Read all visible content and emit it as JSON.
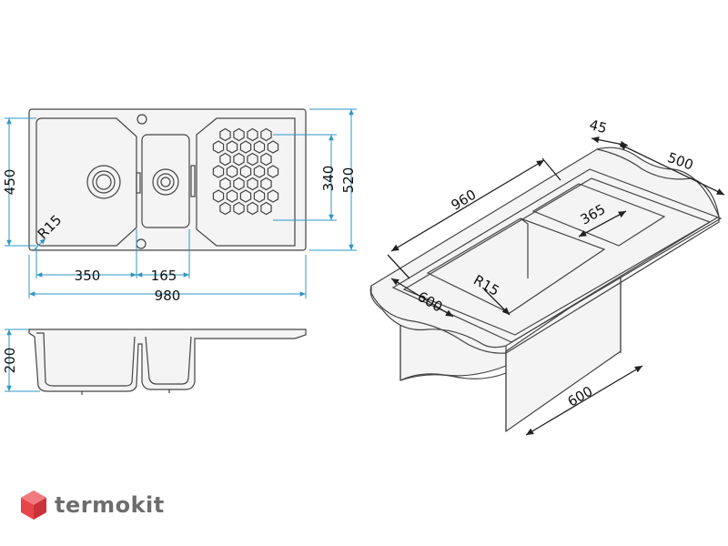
{
  "top_view": {
    "dims": {
      "w_total": "980",
      "w_bowl": "350",
      "w_small": "165",
      "h_bowl": "450",
      "h_total": "520",
      "h_drain": "340",
      "radius": "R15"
    }
  },
  "side_view": {
    "dims": {
      "depth": "200"
    }
  },
  "iso_view": {
    "dims": {
      "length": "960",
      "rim": "45",
      "depth": "500",
      "drainer": "365",
      "radius": "R15",
      "cabinet_top": "600",
      "cabinet_base": "600"
    }
  },
  "brand": {
    "name": "termokit"
  },
  "colors": {
    "dimension_line": "#2f96c4",
    "outline": "#444444",
    "logo_red": "#e8454a",
    "logo_gray": "#6d6d6d"
  }
}
